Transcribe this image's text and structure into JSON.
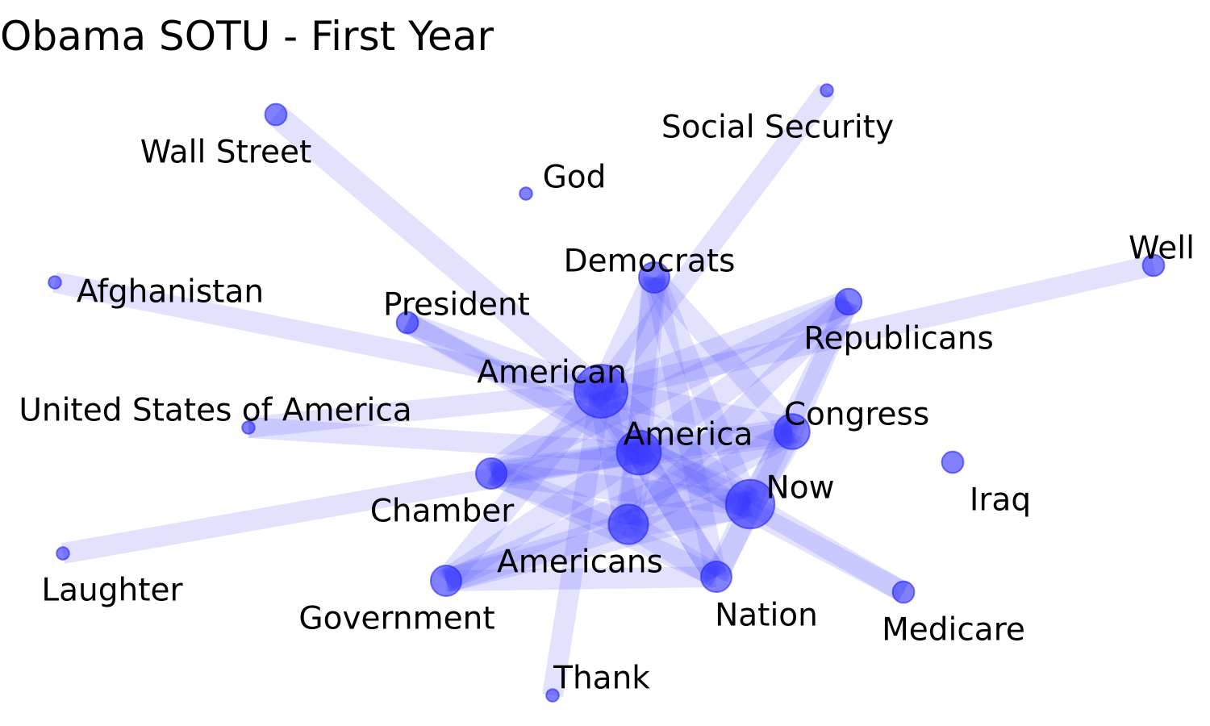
{
  "title": "Obama SOTU - First Year",
  "colors": {
    "node": "#1a1aff",
    "edge": "#4b4bff",
    "text": "#000000"
  },
  "nodes": [
    {
      "id": "american",
      "label": "American",
      "weight": 10
    },
    {
      "id": "america",
      "label": "America",
      "weight": 8
    },
    {
      "id": "now",
      "label": "Now",
      "weight": 9
    },
    {
      "id": "americans",
      "label": "Americans",
      "weight": 7
    },
    {
      "id": "congress",
      "label": "Congress",
      "weight": 6
    },
    {
      "id": "democrats",
      "label": "Democrats",
      "weight": 5
    },
    {
      "id": "republicans",
      "label": "Republicans",
      "weight": 4
    },
    {
      "id": "chamber",
      "label": "Chamber",
      "weight": 5
    },
    {
      "id": "government",
      "label": "Government",
      "weight": 5
    },
    {
      "id": "nation",
      "label": "Nation",
      "weight": 5
    },
    {
      "id": "president",
      "label": "President",
      "weight": 3
    },
    {
      "id": "wall-street",
      "label": "Wall Street",
      "weight": 3
    },
    {
      "id": "well",
      "label": "Well",
      "weight": 3
    },
    {
      "id": "iraq",
      "label": "Iraq",
      "weight": 3
    },
    {
      "id": "medicare",
      "label": "Medicare",
      "weight": 3
    },
    {
      "id": "god",
      "label": "God",
      "weight": 1
    },
    {
      "id": "social-security",
      "label": "Social Security",
      "weight": 1
    },
    {
      "id": "afghanistan",
      "label": "Afghanistan",
      "weight": 1
    },
    {
      "id": "united-states-of-america",
      "label": "United States of America",
      "weight": 1
    },
    {
      "id": "laughter",
      "label": "Laughter",
      "weight": 1
    },
    {
      "id": "thank",
      "label": "Thank",
      "weight": 1
    }
  ],
  "edges": [
    [
      "american",
      "america",
      6
    ],
    [
      "american",
      "now",
      6
    ],
    [
      "american",
      "americans",
      5
    ],
    [
      "american",
      "congress",
      5
    ],
    [
      "american",
      "democrats",
      4
    ],
    [
      "american",
      "republicans",
      4
    ],
    [
      "american",
      "chamber",
      4
    ],
    [
      "american",
      "government",
      4
    ],
    [
      "american",
      "nation",
      4
    ],
    [
      "american",
      "president",
      3
    ],
    [
      "american",
      "wall-street",
      4
    ],
    [
      "american",
      "well",
      3
    ],
    [
      "american",
      "afghanistan",
      3
    ],
    [
      "american",
      "united-states-of-america",
      3
    ],
    [
      "american",
      "social-security",
      3
    ],
    [
      "american",
      "thank",
      3
    ],
    [
      "america",
      "now",
      6
    ],
    [
      "america",
      "americans",
      5
    ],
    [
      "america",
      "congress",
      5
    ],
    [
      "america",
      "democrats",
      4
    ],
    [
      "america",
      "republicans",
      4
    ],
    [
      "america",
      "chamber",
      4
    ],
    [
      "america",
      "government",
      4
    ],
    [
      "america",
      "nation",
      4
    ],
    [
      "america",
      "president",
      3
    ],
    [
      "america",
      "united-states-of-america",
      3
    ],
    [
      "america",
      "laughter",
      3
    ],
    [
      "america",
      "medicare",
      3
    ],
    [
      "now",
      "americans",
      5
    ],
    [
      "now",
      "congress",
      5
    ],
    [
      "now",
      "chamber",
      4
    ],
    [
      "now",
      "government",
      4
    ],
    [
      "now",
      "nation",
      4
    ],
    [
      "now",
      "republicans",
      3
    ],
    [
      "now",
      "democrats",
      3
    ],
    [
      "now",
      "president",
      3
    ],
    [
      "now",
      "medicare",
      3
    ],
    [
      "americans",
      "congress",
      4
    ],
    [
      "americans",
      "chamber",
      4
    ],
    [
      "americans",
      "government",
      4
    ],
    [
      "americans",
      "nation",
      4
    ],
    [
      "americans",
      "republicans",
      3
    ],
    [
      "americans",
      "democrats",
      3
    ],
    [
      "congress",
      "chamber",
      3
    ],
    [
      "congress",
      "government",
      3
    ],
    [
      "congress",
      "nation",
      3
    ],
    [
      "congress",
      "democrats",
      3
    ],
    [
      "congress",
      "republicans",
      3
    ],
    [
      "chamber",
      "republicans",
      3
    ],
    [
      "chamber",
      "nation",
      3
    ],
    [
      "government",
      "nation",
      3
    ],
    [
      "democrats",
      "nation",
      3
    ]
  ]
}
